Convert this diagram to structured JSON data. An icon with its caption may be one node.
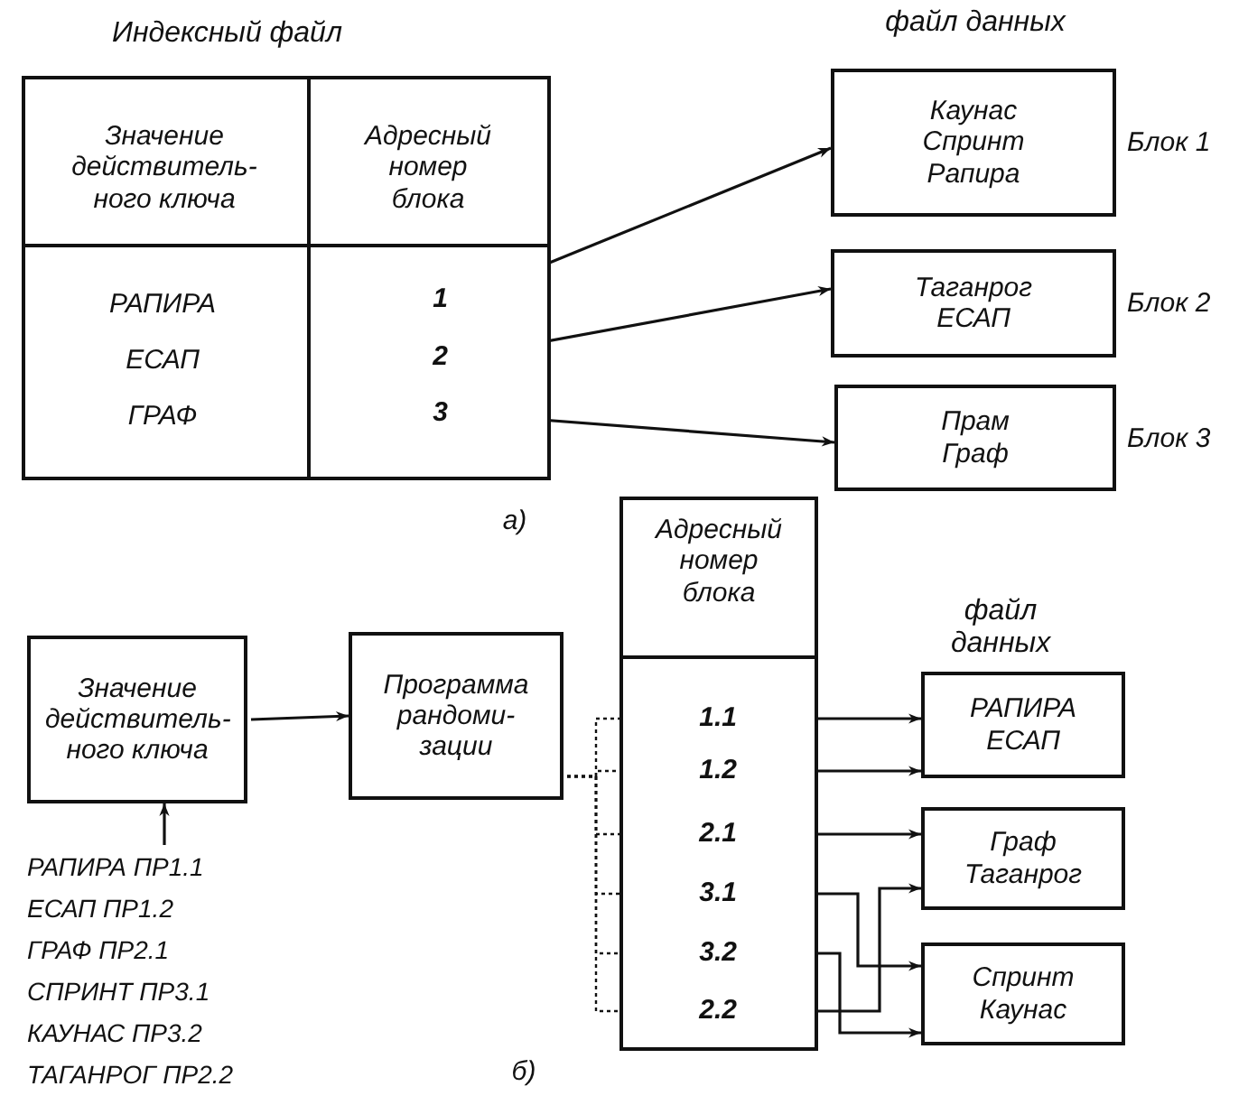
{
  "diagram": {
    "nodes": [
      {
        "text": [
          "Индексный файл"
        ]
      },
      {
        "text": [
          "Значение действитель- ного ключа"
        ],
        "in": 0
      },
      {
        "text": [
          "Адресный номер блока"
        ],
        "in": 0
      },
      {
        "text": [
          "1"
        ],
        "in": 0
      },
      {
        "text": [
          "2"
        ],
        "in": 0
      },
      {
        "text": [
          "3"
        ],
        "in": 0
      },
      {
        "text": [
          "Каунас Спринт Рапира"
        ],
        "beside": [
          "Блок 1"
        ]
      },
      {
        "text": [
          "Таганрог ЕСАП"
        ],
        "beside": [
          "Блок 2"
        ]
      },
      {
        "text": [
          "Прам Граф"
        ],
        "beside": [
          "Блок 3"
        ]
      },
      {
        "text": [
          "Значение действитель- ного ключа"
        ]
      },
      {
        "text": [
          "Программа рандоми- зации"
        ]
      },
      {
        "text": [
          "Адресный номер блока"
        ]
      },
      {
        "text": [
          "1.1"
        ],
        "in": 11
      },
      {
        "text": [
          "1.2"
        ],
        "in": 11
      },
      {
        "text": [
          "2.1"
        ],
        "in": 11
      },
      {
        "text": [
          "3.1"
        ],
        "in": 11
      },
      {
        "text": [
          "3.2"
        ],
        "in": 11
      },
      {
        "text": [
          "2.2"
        ],
        "in": 11
      },
      {
        "text": [
          "РАПИРА ЕСАП"
        ]
      },
      {
        "text": [
          "Граф Таганрог"
        ]
      },
      {
        "text": [
          "Спринт Каунас"
        ]
      },
      {
        "text": [
          "РАПИРА ПР1.1",
          "ЕСАП ПР1.2",
          "ГРАФ ПР2.1",
          "СПРИНТ ПР3.1",
          "КАУНАС ПР3.2",
          "ТАГАНРОГ ПР2.2"
        ]
      }
    ],
    "edges": [
      {
        "from": 3,
        "to": 6,
        "arrow": "to"
      },
      {
        "from": 4,
        "to": 7,
        "arrow": "to"
      },
      {
        "from": 5,
        "to": 8,
        "arrow": "to"
      },
      {
        "from": 21,
        "to": 9,
        "arrow": "to"
      },
      {
        "from": 9,
        "to": 10,
        "arrow": "to"
      },
      {
        "from": 10,
        "to": 12,
        "arrow": "none",
        "style": "dashed"
      },
      {
        "from": 10,
        "to": 13,
        "arrow": "none",
        "style": "dashed"
      },
      {
        "from": 10,
        "to": 14,
        "arrow": "none",
        "style": "dashed"
      },
      {
        "from": 10,
        "to": 15,
        "arrow": "none",
        "style": "dashed"
      },
      {
        "from": 10,
        "to": 16,
        "arrow": "none",
        "style": "dashed"
      },
      {
        "from": 10,
        "to": 17,
        "arrow": "none",
        "style": "dashed"
      },
      {
        "from": 12,
        "to": 18,
        "arrow": "to"
      },
      {
        "from": 13,
        "to": 18,
        "arrow": "to"
      },
      {
        "from": 14,
        "to": 19,
        "arrow": "to"
      },
      {
        "from": 15,
        "to": 20,
        "arrow": "to"
      },
      {
        "from": 16,
        "to": 20,
        "arrow": "to"
      },
      {
        "from": 17,
        "to": 19,
        "arrow": "to"
      }
    ],
    "labels": [
      "РАПИРА",
      "ЕСАП",
      "ГРАФ",
      "файл данных",
      "а)",
      "файл данных",
      "б)"
    ]
  }
}
